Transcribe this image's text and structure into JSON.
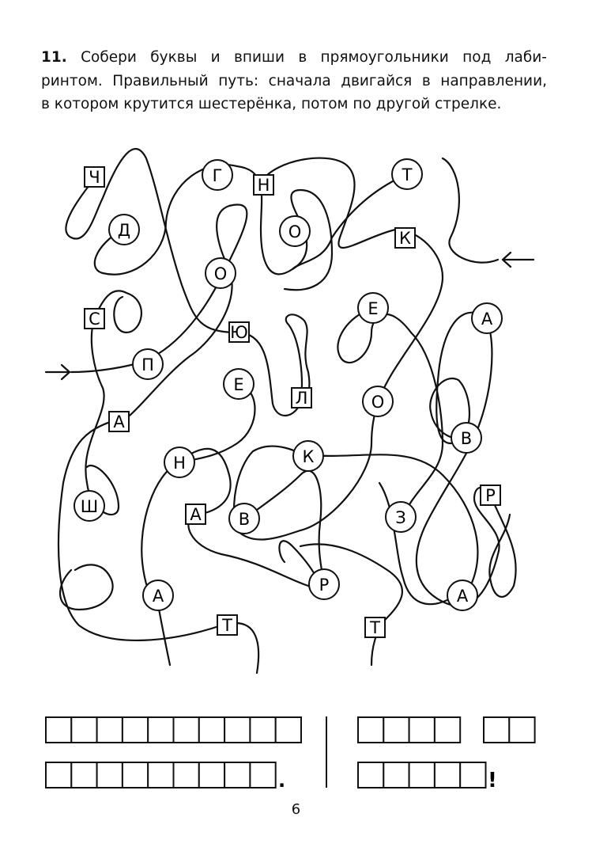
{
  "task": {
    "number": "11.",
    "line1": "Собери буквы и впиши в прямоугольники под лаби-",
    "line2": "ринтом. Правильный путь: сначала двигайся в направлении,",
    "line3": "в котором крутится шестерёнка, потом по другой стрелке."
  },
  "maze": {
    "arrow_right": "→",
    "arrow_left": "←",
    "letters_circle": {
      "g": "Г",
      "t_top": "Т",
      "d": "Д",
      "o1": "О",
      "o2": "О",
      "e1": "Е",
      "a1": "А",
      "p": "П",
      "e2": "Е",
      "o3": "О",
      "v1": "В",
      "k": "К",
      "n": "Н",
      "sh": "Ш",
      "v2": "В",
      "z": "З",
      "a2": "А",
      "r": "Р",
      "a3": "А"
    },
    "letters_square": {
      "ch": "Ч",
      "n": "Н",
      "k": "К",
      "s": "С",
      "yu": "Ю",
      "l": "Л",
      "a1": "А",
      "a2": "А",
      "r": "Р",
      "t1": "Т",
      "t2": "Т"
    }
  },
  "answer": {
    "row1_left_cells": 10,
    "row2_left_cells": 9,
    "row1_right_group1_cells": 4,
    "row1_right_group2_cells": 2,
    "row2_right_cells": 5,
    "period": ".",
    "exclamation": "!"
  },
  "page_number": "6"
}
